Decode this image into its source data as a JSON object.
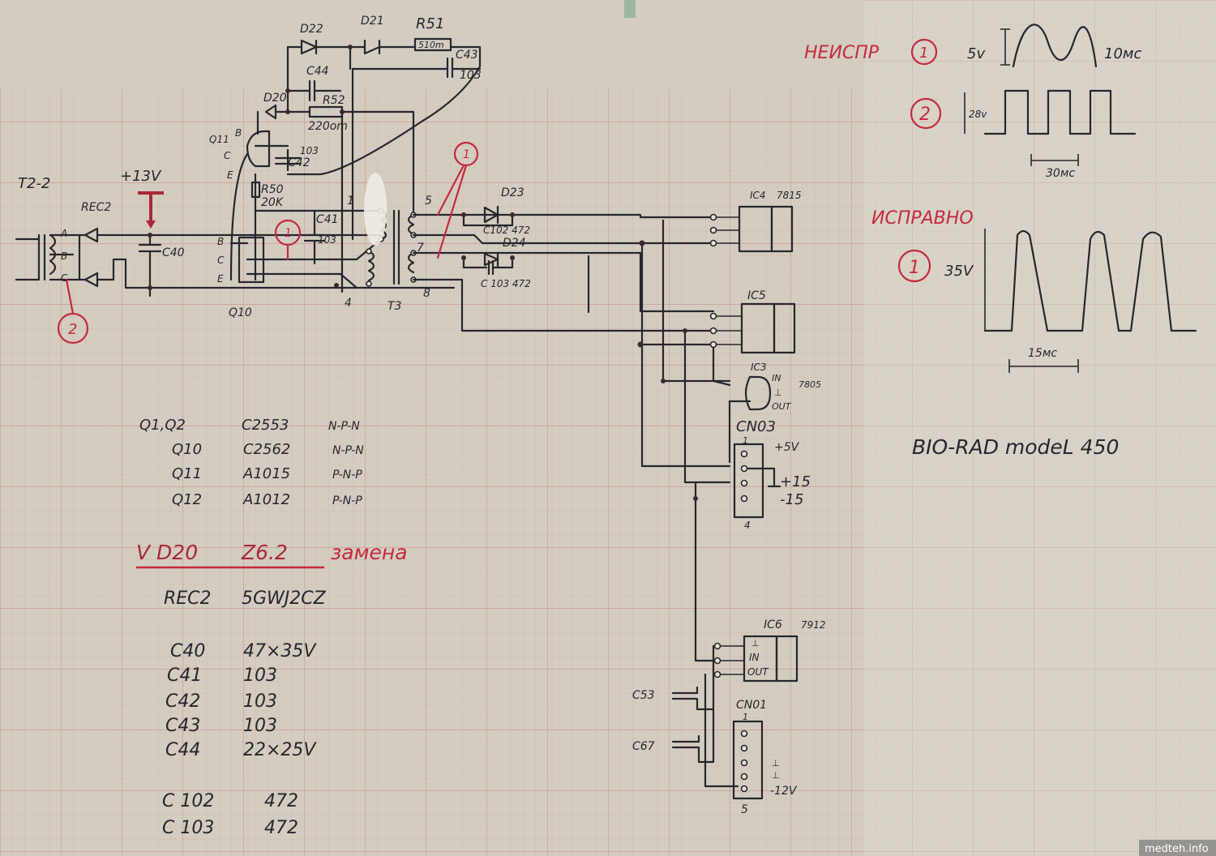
{
  "labels": {
    "t2": "T2-2",
    "rec2": "REC2",
    "plus13v": "+13V",
    "a": "A",
    "b": "B",
    "c": "C",
    "c40": "C40",
    "d22": "D22",
    "d21": "D21",
    "r51": "R51",
    "r51v": "510m",
    "c43": "C43",
    "c43v": "103",
    "c44": "C44",
    "d20": "D20",
    "r52": "R52",
    "r52v": "220om",
    "q11": "Q11",
    "q11b": "B",
    "q11c": "C",
    "q11e": "E",
    "c42v": "103",
    "c42": "C42",
    "r50": "R50",
    "r50v": "20K",
    "c41": "C41",
    "c41v": "103",
    "q10": "Q10",
    "q10b": "B",
    "q10c": "C",
    "q10e": "E",
    "t3": "T3",
    "p1": "1",
    "p4": "4",
    "p5": "5",
    "p7": "7",
    "p8": "8",
    "d23": "D23",
    "c102": "C102 472",
    "d24": "D24",
    "c103": "C 103 472",
    "ic4": "IC4",
    "ic4t": "7815",
    "ic5": "IC5",
    "ic3": "IC3",
    "ic3t": "7805",
    "in": "IN",
    "gnd": "⊥",
    "out": "OUT",
    "cn03": "CN03",
    "cn03p1": "1",
    "cn03p4": "4",
    "plus5v": "+5V",
    "plus15": "+15",
    "minus15": "-15",
    "ic6": "IC6",
    "ic6t": "7912",
    "c53": "C53",
    "c67": "C67",
    "cn01": "CN01",
    "cn01p1": "1",
    "cn01p5": "5",
    "minus12v": "-12V",
    "mark1": "1",
    "mark2": "2",
    "mark1b": "1"
  },
  "parts_list": [
    {
      "ref": "Q1,Q2",
      "part": "C2553",
      "type": "N-P-N"
    },
    {
      "ref": "Q10",
      "part": "C2562",
      "type": "N-P-N"
    },
    {
      "ref": "Q11",
      "part": "A1015",
      "type": "P-N-P"
    },
    {
      "ref": "Q12",
      "part": "A1012",
      "type": "P-N-P"
    }
  ],
  "replacement": {
    "ref": "V D20",
    "part": "Z6.2",
    "note": "замена"
  },
  "values_list": [
    {
      "ref": "REC2",
      "value": "5GWJ2CZ"
    },
    {
      "ref": "C40",
      "value": "47×35V"
    },
    {
      "ref": "C41",
      "value": "103"
    },
    {
      "ref": "C42",
      "value": "103"
    },
    {
      "ref": "C43",
      "value": "103"
    },
    {
      "ref": "C44",
      "value": "22×25V"
    },
    {
      "ref": "C 102",
      "value": "472"
    },
    {
      "ref": "C 103",
      "value": "472"
    }
  ],
  "faulty": {
    "title": "НЕИСПР",
    "w1": {
      "num": "1",
      "amp": "5v",
      "period": "10мс"
    },
    "w2": {
      "num": "2",
      "amp": "28v",
      "period": "30мс"
    }
  },
  "good": {
    "title": "ИСПРАВНО",
    "num": "1",
    "amp": "35V",
    "period": "15мс"
  },
  "model": "BIO-RAD modeL 450",
  "watermark": "medteh.info",
  "colors": {
    "ink": "#26262e",
    "red": "#c42a3e",
    "paper": "#d6d0c4",
    "grid": "#d9a9a0"
  }
}
